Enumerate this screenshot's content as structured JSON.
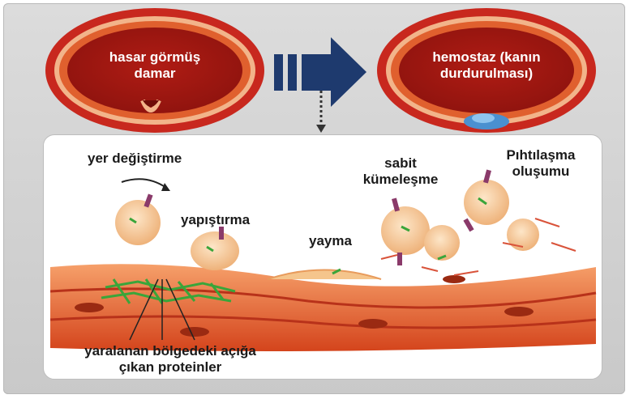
{
  "top": {
    "damaged_vessel_label_line1": "hasar görmüş",
    "damaged_vessel_label_line2": "damar",
    "hemostasis_label_line1": "hemostaz (kanın",
    "hemostasis_label_line2": "durdurulması)"
  },
  "detail": {
    "displacement": "yer değiştirme",
    "adhesion": "yapıştırma",
    "spreading": "yayma",
    "stable_aggregation_line1": "sabit",
    "stable_aggregation_line2": "kümeleşme",
    "clot_formation_line1": "Pıhtılaşma",
    "clot_formation_line2": "oluşumu",
    "exposed_proteins_line1": "yaralanan bölgedeki açığa",
    "exposed_proteins_line2": "çıkan proteinler"
  },
  "colors": {
    "vessel_outer": "#c8281e",
    "vessel_wall": "#f2b48a",
    "arrow": "#1e3a6e",
    "clot": "#4a90d0",
    "platelet": "#f5c58c",
    "protein": "#3aa53a"
  }
}
